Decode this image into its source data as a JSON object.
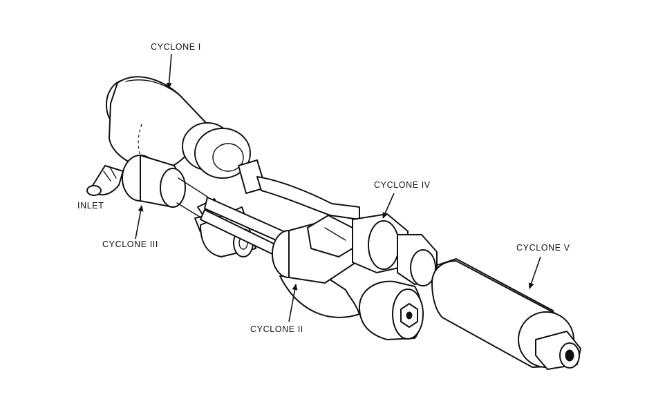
{
  "labels": {
    "cyclone_1": "CYCLONE I",
    "cyclone_2": "CYCLONE II",
    "cyclone_3": "CYCLONE III",
    "cyclone_4": "CYCLONE IV",
    "cyclone_5": "CYCLONE V",
    "inlet": "INLET"
  },
  "colors": {
    "ink": "#111111",
    "background": "#ffffff"
  }
}
